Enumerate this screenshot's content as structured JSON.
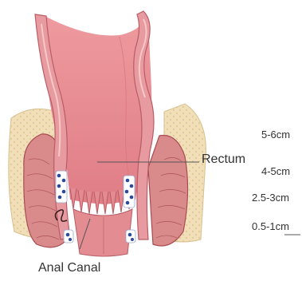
{
  "labels": {
    "rectum": "Rectum",
    "anal_canal": "Anal Canal",
    "measurements": [
      "5-6cm",
      "4-5cm",
      "2.5-3cm",
      "0.5-1cm"
    ]
  },
  "colors": {
    "rectum_lumen": "#e9868c",
    "rectal_wall": "#d98a8a",
    "wall_highlight": "#f2b7b4",
    "fat_tissue": "#f1dfb9",
    "sphincter_muscle": "#d98b8c",
    "muscle_fiber": "#a84c52",
    "venous_plexus": "#2d4a9a",
    "leader_line": "#555555"
  }
}
